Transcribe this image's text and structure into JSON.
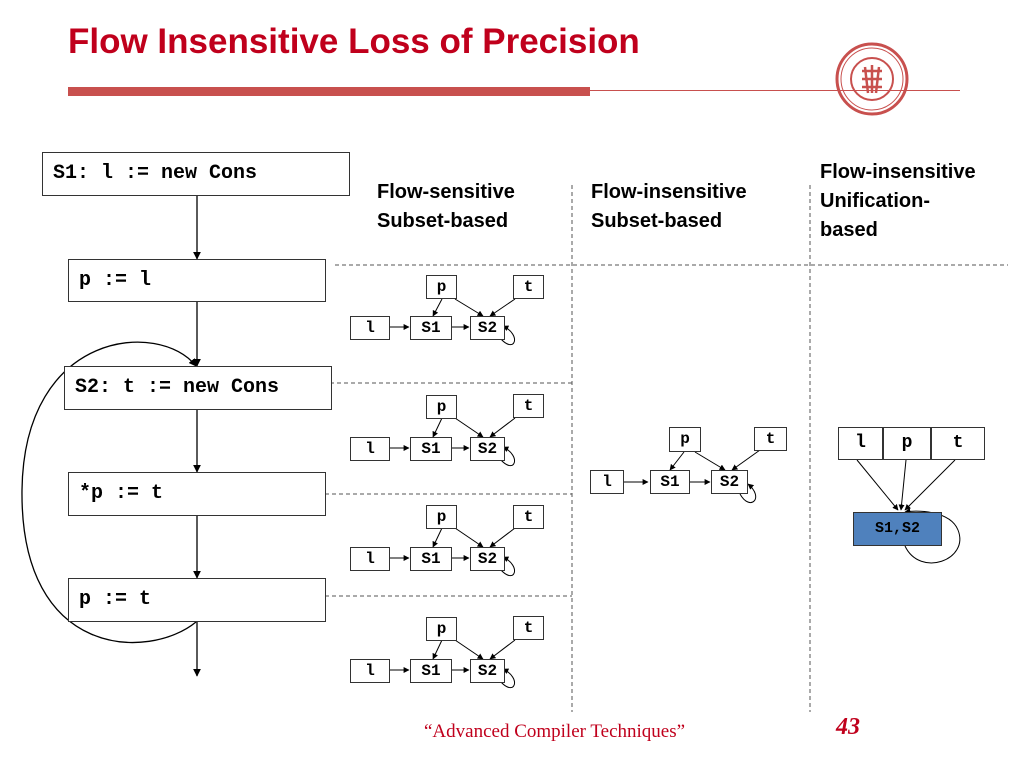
{
  "title": "Flow Insensitive Loss of Precision",
  "statements": {
    "s1": "S1: l := new Cons",
    "p_l": "p := l",
    "s2": "S2: t := new Cons",
    "deref": "*p := t",
    "p_t": "p := t"
  },
  "columns": {
    "flow_sensitive": [
      "Flow-sensitive",
      "Subset-based"
    ],
    "flow_insensitive_subset": [
      "Flow-insensitive",
      "Subset-based"
    ],
    "flow_insensitive_unification": [
      "Flow-insensitive",
      "Unification-",
      "based"
    ]
  },
  "graph_nodes": {
    "p": "p",
    "t": "t",
    "l": "l",
    "s1": "S1",
    "s2": "S2"
  },
  "unified_node": "S1,S2",
  "footer": "“Advanced Compiler Techniques”",
  "page_number": "43",
  "colors": {
    "title": "#c0001c",
    "accent_bar": "#c8504e",
    "merged_node": "#4f81bd"
  }
}
